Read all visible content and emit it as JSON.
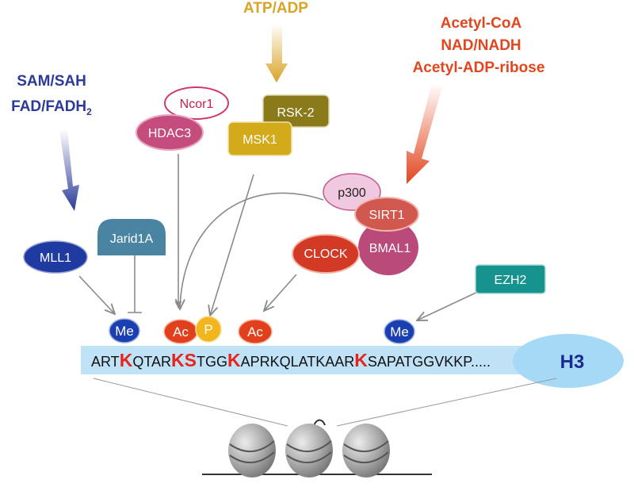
{
  "colors": {
    "metabolite_methyl": "#2b3a99",
    "metabolite_atp": "#d9a425",
    "metabolite_acetyl": "#e2461f",
    "sequence_band": "#bfe2f7",
    "histone_ellipse": "#a6d9f5",
    "highlight_residue": "#e8231b",
    "me_mark": "#1a3fb0",
    "ac_mark": "#e2401d",
    "p_mark": "#f2b51b"
  },
  "metabolites": {
    "methyl": {
      "line1": "SAM/SAH",
      "line2_main": "FAD/FADH",
      "line2_sub": "2"
    },
    "atp": {
      "label": "ATP/ADP"
    },
    "acetyl": {
      "line1": "Acetyl-CoA",
      "line2": "NAD/NADH",
      "line3": "Acetyl-ADP-ribose"
    }
  },
  "enzymes": {
    "mll1": "MLL1",
    "jarid1a": "Jarid1A",
    "ncor1": "Ncor1",
    "hdac3": "HDAC3",
    "rsk2": "RSK-2",
    "msk1": "MSK1",
    "p300": "p300",
    "sirt1": "SIRT1",
    "clock": "CLOCK",
    "bmal1": "BMAL1",
    "ezh2": "EZH2"
  },
  "marks": {
    "me_k4": "Me",
    "ac_k9": "Ac",
    "p_s10": "P",
    "ac_k14": "Ac",
    "me_k27": "Me"
  },
  "sequence": {
    "seg1": "ART",
    "k4": "K",
    "seg2": "QTAR",
    "k9": "K",
    "s10": "S",
    "seg3": "TGG",
    "k14": "K",
    "seg4": "APRKQLATKAAR",
    "k27": "K",
    "seg5": "SAPATGGVKKP.....",
    "histone": "H3"
  }
}
